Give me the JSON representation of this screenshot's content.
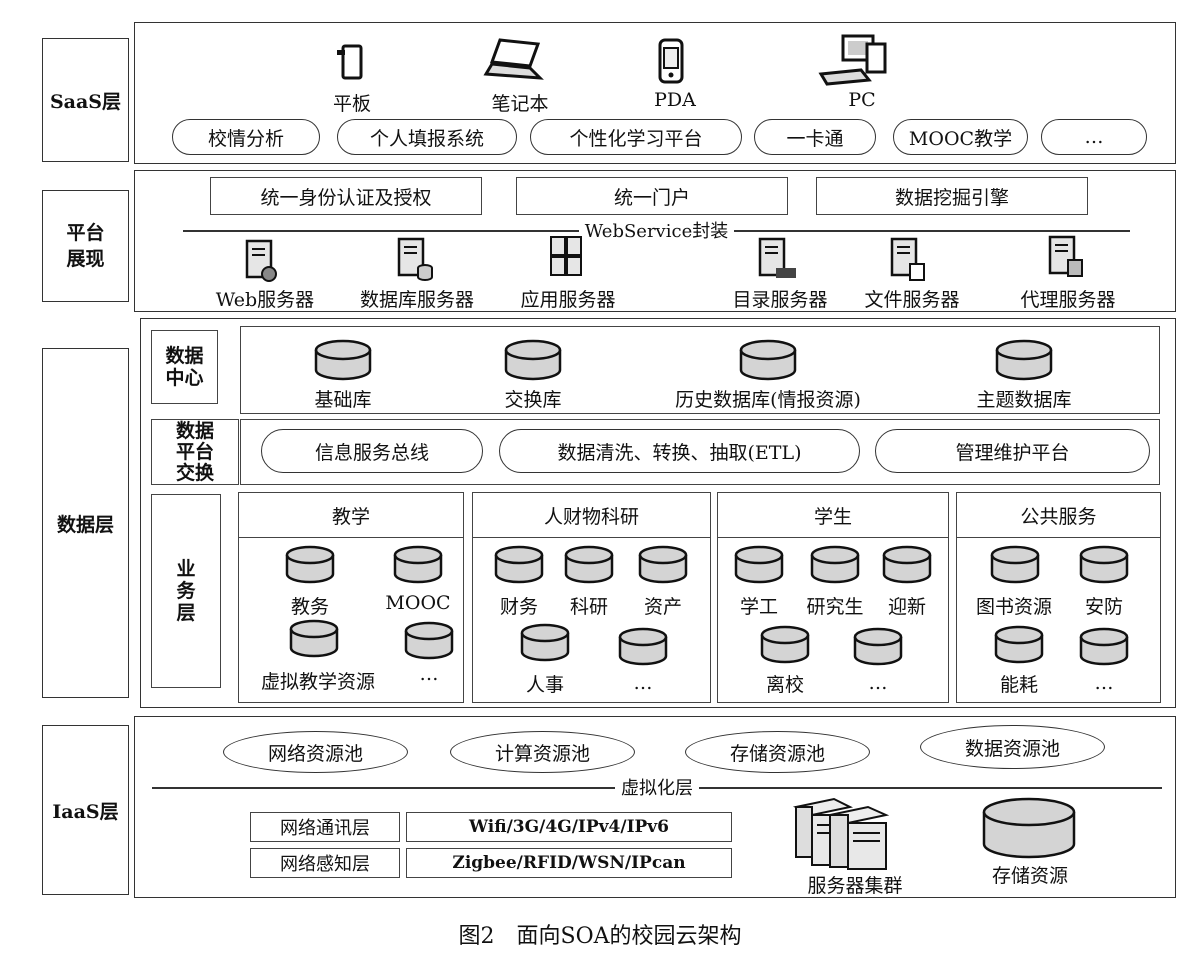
{
  "saas": {
    "label": "SaaS层",
    "devices": [
      "平板",
      "笔记本",
      "PDA",
      "PC"
    ],
    "apps": [
      "校情分析",
      "个人填报系统",
      "个性化学习平台",
      "一卡通",
      "MOOC教学",
      "…"
    ]
  },
  "platform": {
    "label": "平台展现",
    "top_boxes": [
      "统一身份认证及授权",
      "统一门户",
      "数据挖掘引擎"
    ],
    "separator": "WebService封装",
    "servers": [
      "Web服务器",
      "数据库服务器",
      "应用服务器",
      "目录服务器",
      "文件服务器",
      "代理服务器"
    ]
  },
  "data": {
    "label": "数据层",
    "center": {
      "label": "数据中心",
      "dbs": [
        "基础库",
        "交换库",
        "历史数据库(情报资源)",
        "主题数据库"
      ]
    },
    "exchange": {
      "label": "数据平台交换",
      "items": [
        "信息服务总线",
        "数据清洗、转换、抽取(ETL)",
        "管理维护平台"
      ]
    },
    "business": {
      "label": "业务层",
      "groups": [
        {
          "title": "教学",
          "row1": [
            "教务",
            "MOOC"
          ],
          "row2": [
            "虚拟教学资源",
            "…"
          ]
        },
        {
          "title": "人财物科研",
          "row1": [
            "财务",
            "科研",
            "资产"
          ],
          "row2": [
            "人事",
            "…"
          ]
        },
        {
          "title": "学生",
          "row1": [
            "学工",
            "研究生",
            "迎新"
          ],
          "row2": [
            "离校",
            "…"
          ]
        },
        {
          "title": "公共服务",
          "row1": [
            "图书资源",
            "安防"
          ],
          "row2": [
            "能耗",
            "…"
          ]
        }
      ]
    }
  },
  "iaas": {
    "label": "IaaS层",
    "pools": [
      "网络资源池",
      "计算资源池",
      "存储资源池",
      "数据资源池"
    ],
    "separator": "虚拟化层",
    "net_rows": [
      {
        "name": "网络通讯层",
        "value": "Wifi/3G/4G/IPv4/IPv6"
      },
      {
        "name": "网络感知层",
        "value": "Zigbee/RFID/WSN/IPcan"
      }
    ],
    "cluster": "服务器集群",
    "storage": "存储资源"
  },
  "caption": "图2　面向SOA的校园云架构"
}
